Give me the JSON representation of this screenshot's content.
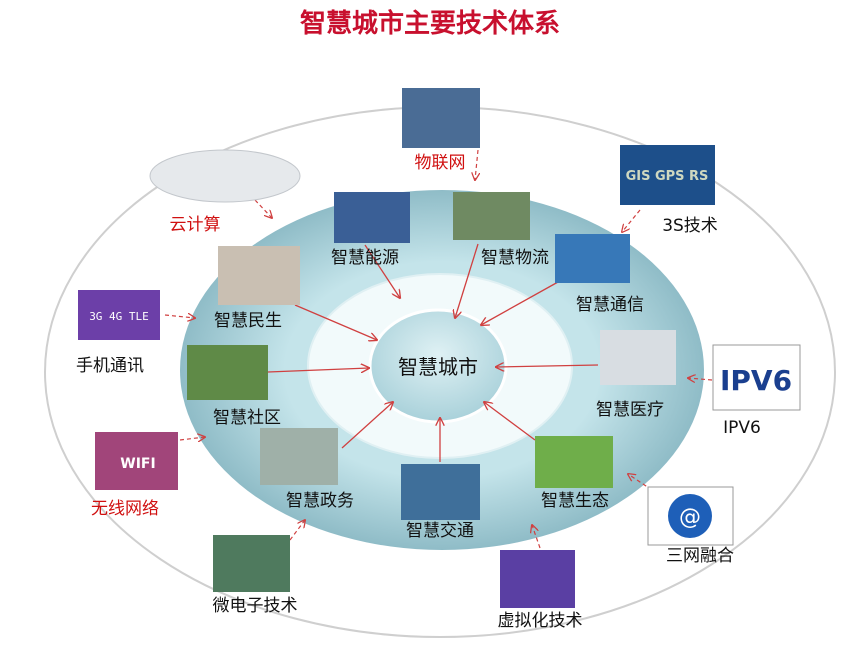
{
  "title": "智慧城市主要技术体系",
  "center": "智慧城市",
  "inner": [
    {
      "label": "智慧能源",
      "icon": "power-grid-photo"
    },
    {
      "label": "智慧物流",
      "icon": "stadium-photo"
    },
    {
      "label": "智慧通信",
      "icon": "tower-photo"
    },
    {
      "label": "智慧民生",
      "icon": "card-terminal-photo"
    },
    {
      "label": "智慧医疗",
      "icon": "doctors-photo"
    },
    {
      "label": "智慧社区",
      "icon": "garden-photo"
    },
    {
      "label": "智慧政务",
      "icon": "building-photo"
    },
    {
      "label": "智慧交通",
      "icon": "bridge-photo"
    },
    {
      "label": "智慧生态",
      "icon": "tree-photo"
    }
  ],
  "outer": [
    {
      "label": "物联网",
      "icon": "iot-photo",
      "color": "#d01010"
    },
    {
      "label": "云计算",
      "icon": "cloud-network-icon",
      "color": "#d01010"
    },
    {
      "label": "3S技术",
      "icon": "gis-gps-rs-photo",
      "color": "#111111"
    },
    {
      "label": "手机通讯",
      "icon": "3g-4g-photo",
      "color": "#111111"
    },
    {
      "label": "IPV6",
      "icon": "ipv6-logo",
      "color": "#111111"
    },
    {
      "label": "无线网络",
      "icon": "wifi-photo",
      "color": "#d01010"
    },
    {
      "label": "三网融合",
      "icon": "at-globe-photo",
      "color": "#111111"
    },
    {
      "label": "微电子技术",
      "icon": "circuit-photo",
      "color": "#111111"
    },
    {
      "label": "虚拟化技术",
      "icon": "virtual-photo",
      "color": "#111111"
    }
  ],
  "ipv6_logo": "IPV6",
  "img_text": {
    "gis": "GIS GPS RS",
    "mobile": "3G 4G TLE",
    "wifi": "WIFI",
    "at": "@"
  }
}
